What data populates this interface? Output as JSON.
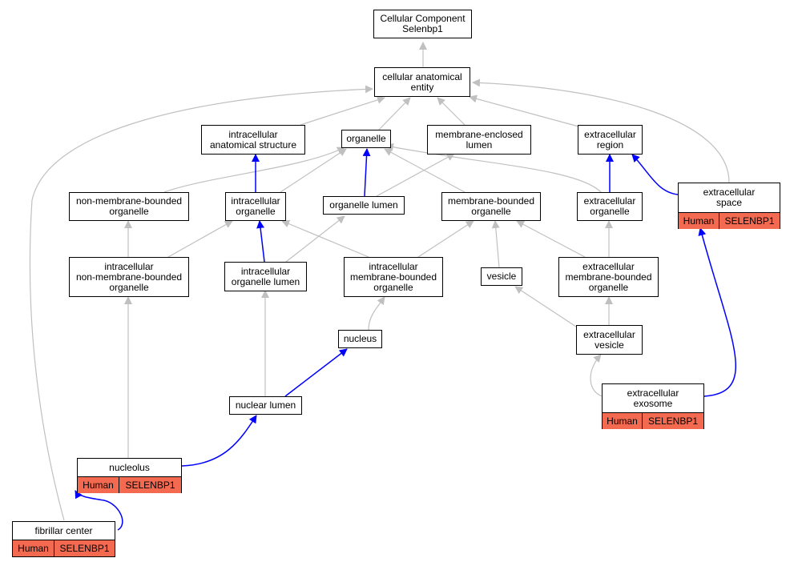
{
  "nodes": {
    "root": "Cellular Component\nSelenbp1",
    "cae": "cellular anatomical\nentity",
    "ias": "intracellular\nanatomical structure",
    "organelle": "organelle",
    "mel": "membrane-enclosed\nlumen",
    "ecr": "extracellular\nregion",
    "nmbo": "non-membrane-bounded\norganelle",
    "io": "intracellular\norganelle",
    "ol": "organelle lumen",
    "mbo": "membrane-bounded\norganelle",
    "eco": "extracellular\norganelle",
    "inmbo": "intracellular\nnon-membrane-bounded\norganelle",
    "iol": "intracellular\norganelle lumen",
    "imbo": "intracellular\nmembrane-bounded\norganelle",
    "vesicle": "vesicle",
    "embo": "extracellular\nmembrane-bounded\norganelle",
    "nucleus": "nucleus",
    "ecv": "extracellular\nvesicle",
    "nl": "nuclear lumen"
  },
  "annotated": {
    "ecs": {
      "title": "extracellular\nspace",
      "species": "Human",
      "gene": "SELENBP1"
    },
    "exo": {
      "title": "extracellular\nexosome",
      "species": "Human",
      "gene": "SELENBP1"
    },
    "nucleolus": {
      "title": "nucleolus",
      "species": "Human",
      "gene": "SELENBP1"
    },
    "fc": {
      "title": "fibrillar center",
      "species": "Human",
      "gene": "SELENBP1"
    }
  },
  "colors": {
    "is_a": "#c0c0c0",
    "part_of": "#0000ff",
    "annotation_fill": "#f46a50"
  }
}
